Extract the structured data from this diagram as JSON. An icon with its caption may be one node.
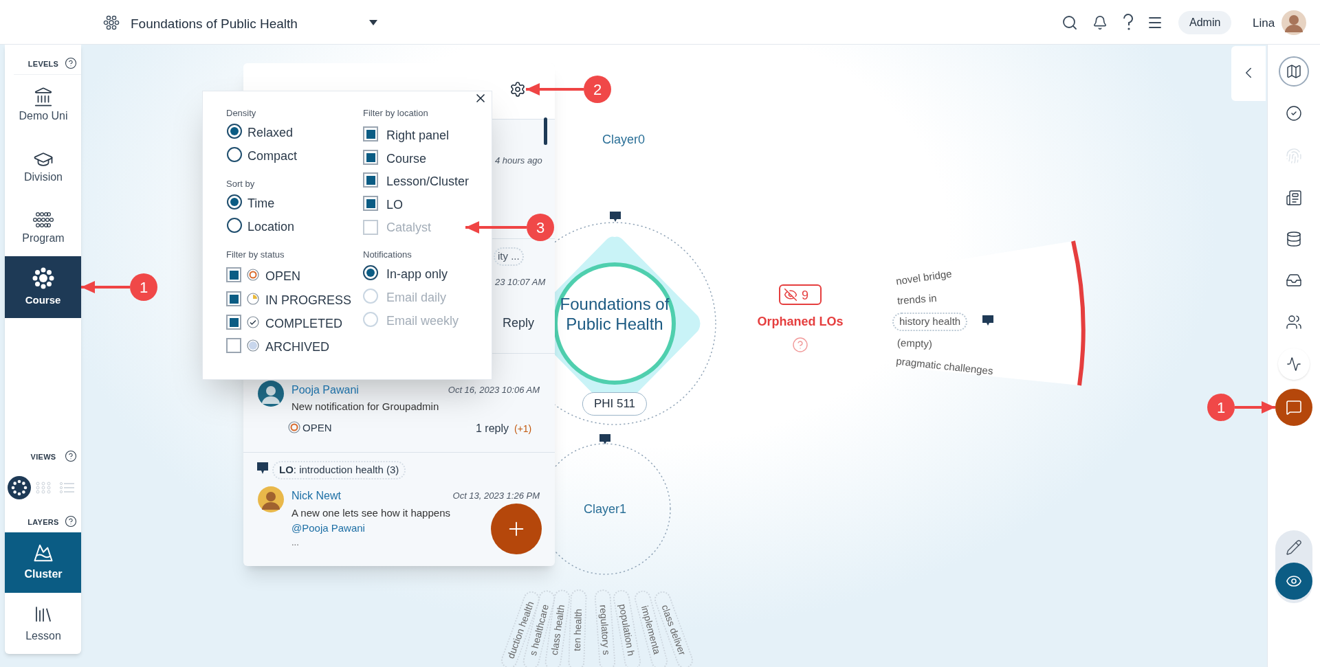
{
  "diagram": {
    "nodes": [
      {
        "text": [
          "1"
        ]
      },
      {
        "text": [
          "Course"
        ]
      },
      {
        "text": [
          "2"
        ]
      },
      {
        "text": [],
        "shape": "picture"
      },
      {
        "text": [
          "3"
        ]
      },
      {
        "text": [
          "Catalyst"
        ]
      },
      {
        "text": [
          "1"
        ]
      },
      {
        "text": [],
        "shape": "circle"
      }
    ],
    "edges": [
      {
        "from": 0,
        "to": 1,
        "arrow": "to"
      },
      {
        "from": 2,
        "to": 3,
        "arrow": "to"
      },
      {
        "from": 4,
        "to": 5,
        "arrow": "to"
      },
      {
        "from": 6,
        "to": 7,
        "arrow": "to"
      }
    ],
    "labels": [
      "Foundations of Public Health",
      "Admin",
      "Lina",
      "LEVELS",
      "Demo Uni",
      "Division",
      "Program",
      "VIEWS",
      "LAYERS",
      "Cluster",
      "Lesson",
      "Density",
      "Relaxed",
      "Compact",
      "Sort by",
      "Time",
      "Location",
      "Filter by status",
      "OPEN",
      "IN PROGRESS",
      "COMPLETED",
      "ARCHIVED",
      "Filter by location",
      "Right panel",
      "Course",
      "Lesson/Cluster",
      "LO",
      "Notifications",
      "In-app only",
      "Email daily",
      "Email weekly",
      "4 hours ago",
      "ity ...",
      "23 10:07 AM",
      "Reply",
      "Pooja Pawani",
      "Oct 16, 2023 10:06 AM",
      "New notification for Groupadmin",
      "OPEN",
      "1 reply",
      "(+1)",
      "**LO**: introduction health (3)",
      "Nick Newt",
      "Oct 13, 2023 1:26 PM",
      "A new one lets see how it happens",
      "@Pooja Pawani",
      "...",
      "Clayer0",
      "Foundations of Public Health",
      "PHI 511",
      "9",
      "Orphaned LOs",
      "novel bridge",
      "trends in",
      "history health",
      "(empty)",
      "pragmatic challenges",
      "Clayer1",
      "duction health",
      "s healthcare",
      "class health",
      "ten health",
      "regulatory s",
      "population h",
      "implementa",
      "class deliver"
    ]
  }
}
